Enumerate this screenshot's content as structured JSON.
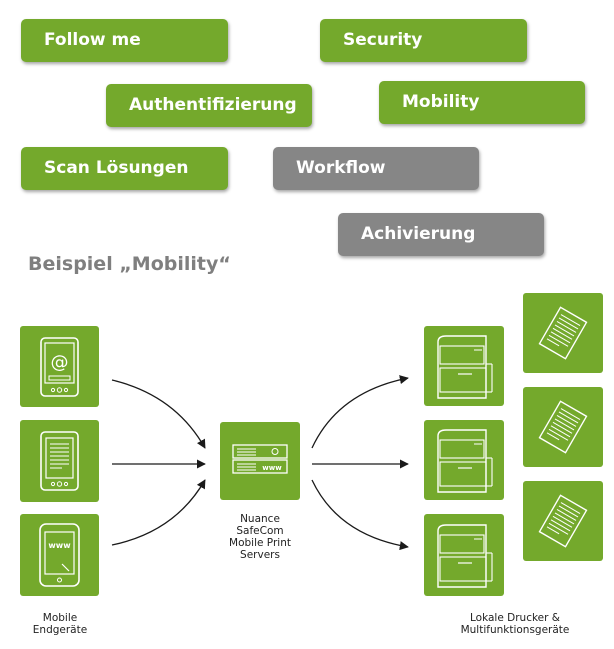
{
  "colors": {
    "green": "#74a92c",
    "grey": "#868686",
    "arrow": "#1a1a1a",
    "title": "#7f7f7f"
  },
  "tags": [
    {
      "label": "Follow me",
      "color": "green"
    },
    {
      "label": "Security",
      "color": "green"
    },
    {
      "label": "Authentifizierung",
      "color": "green"
    },
    {
      "label": "Mobility",
      "color": "green"
    },
    {
      "label": "Scan Lösungen",
      "color": "green"
    },
    {
      "label": "Workflow",
      "color": "grey"
    },
    {
      "label": "Achivierung",
      "color": "grey"
    }
  ],
  "section_title": "Beispiel „Mobility“",
  "devices": [
    {
      "icon": "tablet-email-icon",
      "glyph": "@"
    },
    {
      "icon": "ebook-reader-icon",
      "glyph": ""
    },
    {
      "icon": "smartphone-web-icon",
      "glyph": "www"
    }
  ],
  "server": {
    "icon": "print-server-icon",
    "glyph": "www",
    "caption": [
      "Nuance",
      "SafeCom",
      "Mobile Print",
      "Servers"
    ]
  },
  "printers": [
    {
      "icon": "printer-icon"
    },
    {
      "icon": "printer-icon"
    },
    {
      "icon": "printer-icon"
    }
  ],
  "documents": [
    {
      "icon": "document-icon"
    },
    {
      "icon": "document-icon"
    },
    {
      "icon": "document-icon"
    }
  ],
  "captions": {
    "devices": [
      "Mobile",
      "Endgeräte"
    ],
    "printers": [
      "Lokale Drucker &",
      "Multifunktionsgeräte"
    ]
  }
}
